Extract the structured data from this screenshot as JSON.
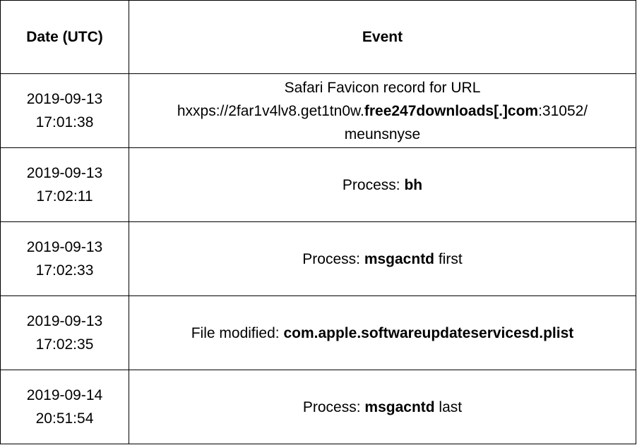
{
  "table": {
    "headers": {
      "date": "Date (UTC)",
      "event": "Event"
    },
    "rows": [
      {
        "date_line1": "2019-09-13",
        "date_line2": "17:01:38",
        "event_line1": "Safari Favicon record for URL",
        "event_url_prefix": "hxxps://2far1v4lv8.get1tn0w.",
        "event_url_domain": "free247downloads[.]com",
        "event_url_port": ":31052/",
        "event_line3": "meunsnyse"
      },
      {
        "date_line1": "2019-09-13",
        "date_line2": "17:02:11",
        "event_label": "Process: ",
        "event_value": "bh",
        "event_suffix": ""
      },
      {
        "date_line1": "2019-09-13",
        "date_line2": "17:02:33",
        "event_label": "Process: ",
        "event_value": "msgacntd",
        "event_suffix": " first"
      },
      {
        "date_line1": "2019-09-13",
        "date_line2": "17:02:35",
        "event_label": "File modified: ",
        "event_value": "com.apple.softwareupdateservicesd.plist",
        "event_suffix": ""
      },
      {
        "date_line1": "2019-09-14",
        "date_line2": "20:51:54",
        "event_label": "Process: ",
        "event_value": "msgacntd",
        "event_suffix": " last"
      }
    ]
  }
}
